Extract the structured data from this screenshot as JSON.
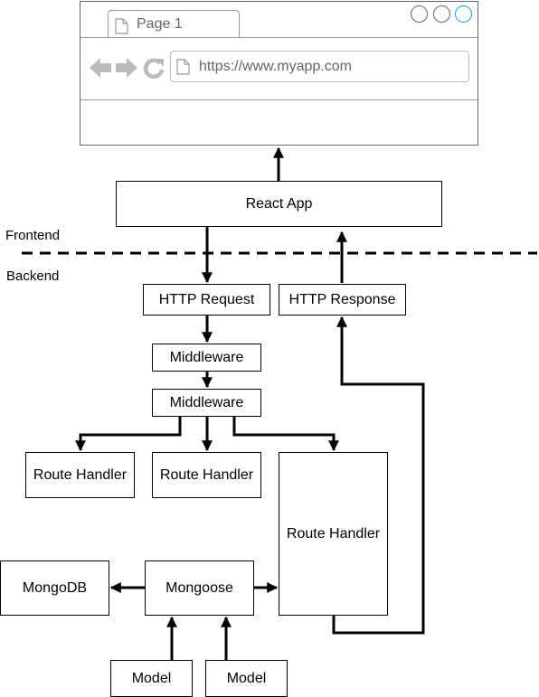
{
  "browser": {
    "tab_title": "Page 1",
    "url": "https://www.myapp.com",
    "icons": [
      "back-arrow-icon",
      "forward-arrow-icon",
      "refresh-icon",
      "document-icon"
    ],
    "colors": {
      "frame": "#666666",
      "icon_gray": "#bbbbbb",
      "active_circle": "#1ba1e2"
    }
  },
  "layers": {
    "frontend_label": "Frontend",
    "backend_label": "Backend"
  },
  "nodes": {
    "react_app": "React App",
    "http_request": "HTTP Request",
    "http_response": "HTTP Response",
    "middleware_1": "Middleware",
    "middleware_2": "Middleware",
    "route_handler_1": "Route Handler",
    "route_handler_2": "Route Handler",
    "route_handler_3": "Route Handler",
    "mongodb": "MongoDB",
    "mongoose": "Mongoose",
    "model_1": "Model",
    "model_2": "Model"
  },
  "edges": [
    {
      "from": "react_app",
      "to": "browser"
    },
    {
      "from": "react_app",
      "to": "http_request"
    },
    {
      "from": "http_response",
      "to": "react_app"
    },
    {
      "from": "http_request",
      "to": "middleware_1"
    },
    {
      "from": "middleware_1",
      "to": "middleware_2"
    },
    {
      "from": "middleware_2",
      "to": "route_handler_1"
    },
    {
      "from": "middleware_2",
      "to": "route_handler_2"
    },
    {
      "from": "middleware_2",
      "to": "route_handler_3"
    },
    {
      "from": "route_handler_3",
      "to": "http_response"
    },
    {
      "from": "mongoose",
      "to": "mongodb"
    },
    {
      "from": "mongoose",
      "to": "route_handler_3"
    },
    {
      "from": "model_1",
      "to": "mongoose"
    },
    {
      "from": "model_2",
      "to": "mongoose"
    }
  ]
}
